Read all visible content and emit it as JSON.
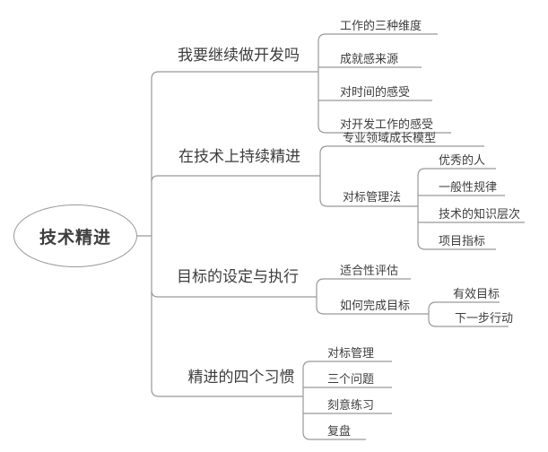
{
  "diagram": {
    "type": "mindmap",
    "colors": {
      "line": "#999999",
      "text": "#3d3d3d",
      "background": "#ffffff"
    },
    "root": {
      "label": "技术精进"
    },
    "branches": [
      {
        "label": "我要继续做开发吗",
        "children": [
          {
            "label": "工作的三种维度"
          },
          {
            "label": "成就感来源"
          },
          {
            "label": "对时间的感受"
          },
          {
            "label": "对开发工作的感受"
          }
        ]
      },
      {
        "label": "在技术上持续精进",
        "children": [
          {
            "label": "专业领域成长模型"
          },
          {
            "label": "对标管理法",
            "children": [
              {
                "label": "优秀的人"
              },
              {
                "label": "一般性规律"
              },
              {
                "label": "技术的知识层次"
              },
              {
                "label": "项目指标"
              }
            ]
          }
        ]
      },
      {
        "label": "目标的设定与执行",
        "children": [
          {
            "label": "适合性评估"
          },
          {
            "label": "如何完成目标",
            "children": [
              {
                "label": "有效目标"
              },
              {
                "label": "下一步行动"
              }
            ]
          }
        ]
      },
      {
        "label": "精进的四个习惯",
        "children": [
          {
            "label": "对标管理"
          },
          {
            "label": "三个问题"
          },
          {
            "label": "刻意练习"
          },
          {
            "label": "复盘"
          }
        ]
      }
    ]
  }
}
